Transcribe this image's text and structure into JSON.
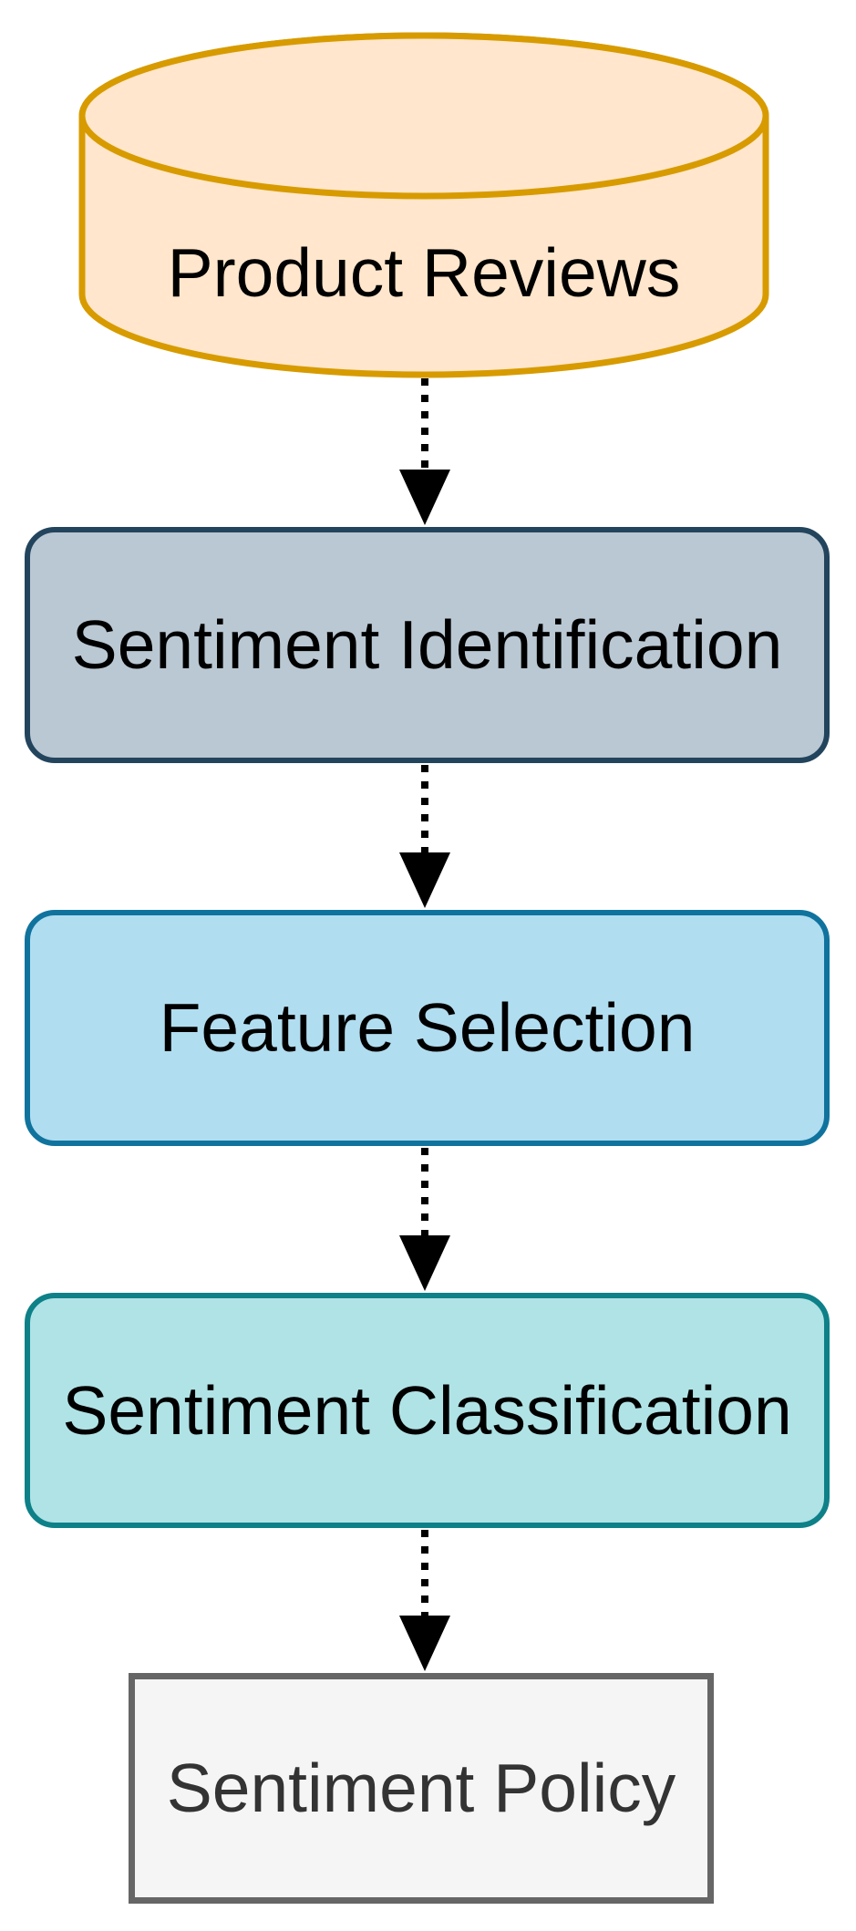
{
  "diagram": {
    "type": "flowchart",
    "background_color": "#ffffff",
    "nodes": [
      {
        "id": "product-reviews",
        "label": "Product Reviews",
        "shape": "cylinder-database",
        "fill": "#FFE6CC",
        "stroke": "#D79B00",
        "text_color": "#000000"
      },
      {
        "id": "sentiment-identification",
        "label": "Sentiment Identification",
        "shape": "rounded-rectangle",
        "fill": "#BAC8D3",
        "stroke": "#23445D",
        "text_color": "#000000"
      },
      {
        "id": "feature-selection",
        "label": "Feature Selection",
        "shape": "rounded-rectangle",
        "fill": "#B1DDF0",
        "stroke": "#10739E",
        "text_color": "#000000"
      },
      {
        "id": "sentiment-classification",
        "label": "Sentiment Classification",
        "shape": "rounded-rectangle",
        "fill": "#B0E3E6",
        "stroke": "#0E8088",
        "text_color": "#000000"
      },
      {
        "id": "sentiment-policy",
        "label": "Sentiment Policy",
        "shape": "rectangle",
        "fill": "#F5F5F5",
        "stroke": "#666666",
        "text_color": "#333333"
      }
    ],
    "edges": [
      {
        "from": "product-reviews",
        "to": "sentiment-identification",
        "line_style": "dotted",
        "arrowhead": "filled-triangle",
        "color": "#000000"
      },
      {
        "from": "sentiment-identification",
        "to": "feature-selection",
        "line_style": "dotted",
        "arrowhead": "filled-triangle",
        "color": "#000000"
      },
      {
        "from": "feature-selection",
        "to": "sentiment-classification",
        "line_style": "dotted",
        "arrowhead": "filled-triangle",
        "color": "#000000"
      },
      {
        "from": "sentiment-classification",
        "to": "sentiment-policy",
        "line_style": "dotted",
        "arrowhead": "filled-triangle",
        "color": "#000000"
      }
    ]
  }
}
